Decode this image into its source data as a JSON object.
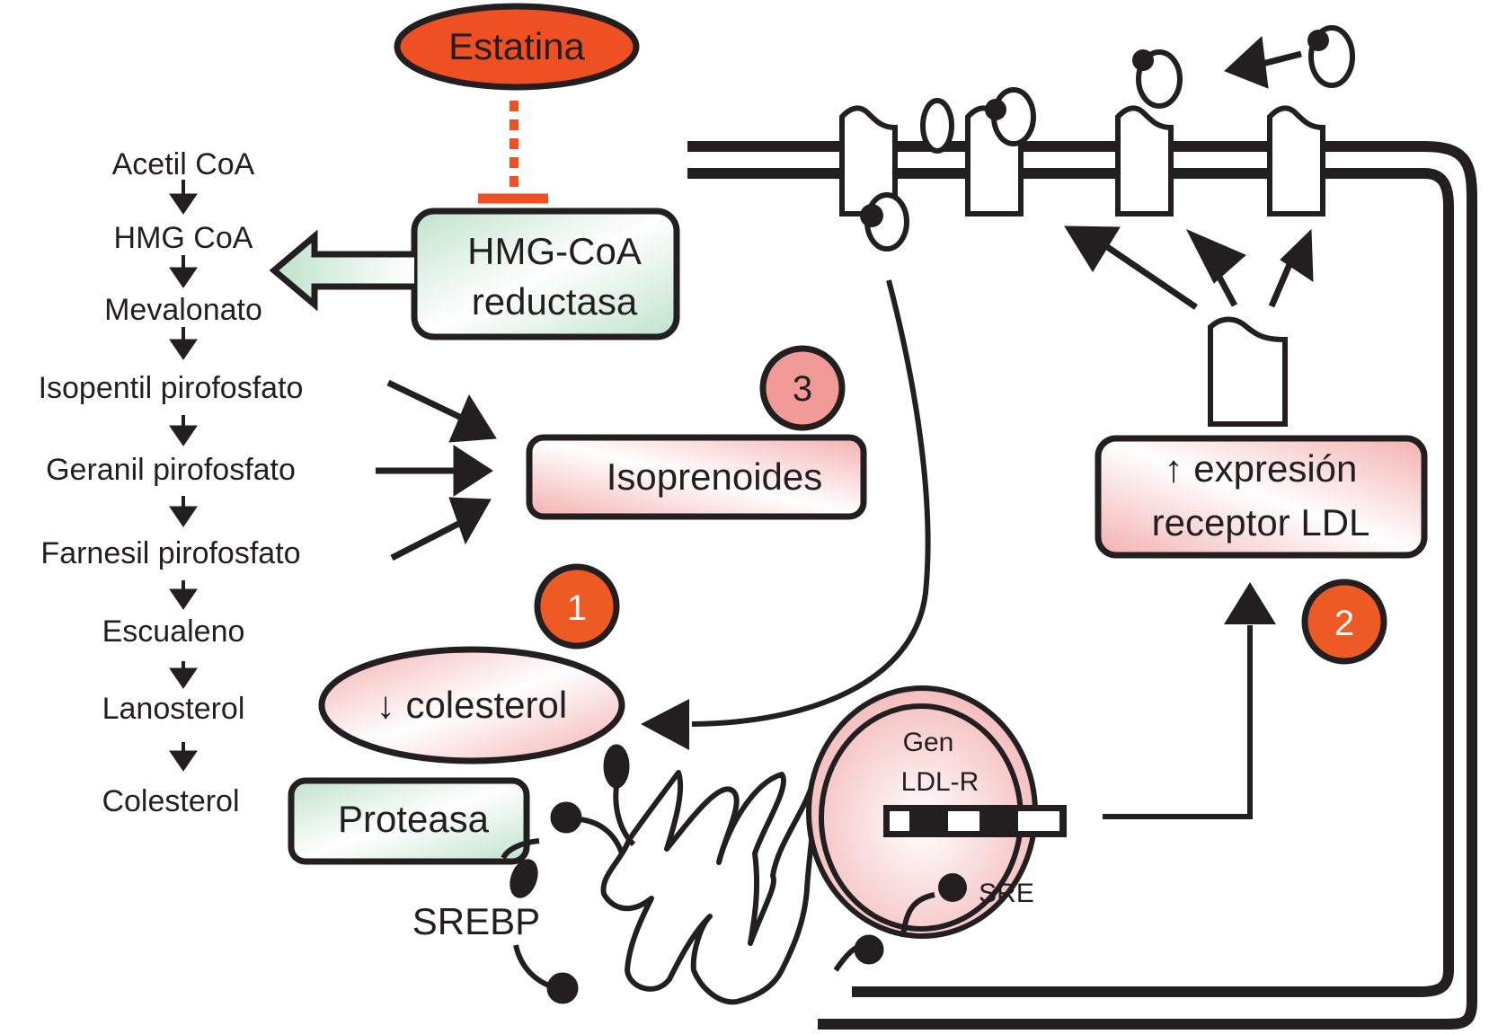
{
  "colors": {
    "statin": "#ee4f23",
    "badge_orange": "#ee5a24",
    "badge_pink": "#f29a98",
    "green_fill": "#c9e8d3",
    "pink_fill": "#f4b8b8",
    "stroke": "#231f20"
  },
  "drug": {
    "label": "Estatina"
  },
  "enzyme": {
    "line1": "HMG-CoA",
    "line2": "reductasa"
  },
  "pathway": {
    "steps": [
      "Acetil CoA",
      "HMG CoA",
      "Mevalonato",
      "Isopentil pirofosfato",
      "Geranil pirofosfato",
      "Farnesil pirofosfato",
      "Escualeno",
      "Lanosterol",
      "Colesterol"
    ]
  },
  "isoprenoids": {
    "label": "Isoprenoides",
    "badge": "3"
  },
  "cholesterol_down": {
    "label": "↓ colesterol",
    "badge": "1"
  },
  "protease": {
    "label": "Proteasa"
  },
  "srebp": {
    "label": "SREBP"
  },
  "nucleus": {
    "gene_line1": "Gen",
    "gene_line2": "LDL-R",
    "sre_label": "SRE"
  },
  "receptor_expression": {
    "line1": "↑ expresión",
    "line2": "receptor LDL",
    "badge": "2"
  }
}
